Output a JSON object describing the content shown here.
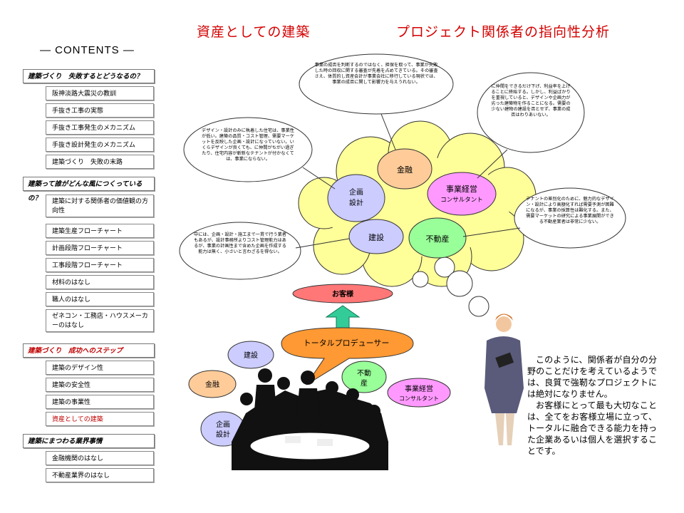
{
  "titles": {
    "left": "資産としての建築",
    "right": "プロジェクト関係者の指向性分析"
  },
  "sidebar": {
    "heading": "— CONTENTS —",
    "sections": [
      {
        "label": "建築づくり　失敗するとどうなるの？",
        "items": [
          "阪神淡路大震災の教訓",
          "手抜き工事の実態",
          "手抜き工事発生のメカニズム",
          "手抜き設計発生のメカニズム",
          "建築づくり　失敗の末路"
        ]
      },
      {
        "label": "建築って誰がどんな風につくっているの？",
        "items": [
          "建築に対する関係者の価値観の方向性",
          "建築生産フローチャート",
          "計画段階フローチャート",
          "工事段階フローチャート",
          "材料のはなし",
          "職人のはなし",
          "ゼネコン・工務店・ハウスメーカーのはなし"
        ]
      },
      {
        "label": "建築づくり　成功へのステップ",
        "items": [
          "建築のデザイン性",
          "建築の安全性",
          "建築の事業性",
          "資産としての建築"
        ]
      },
      {
        "label": "建築にまつわる業界事情",
        "items": [
          "金融機関のはなし",
          "不動産業界のはなし"
        ]
      }
    ]
  },
  "cloud_labels": {
    "kinyu": "金融",
    "kikaku1": "企画",
    "kikaku2": "設計",
    "jigyo1": "事業経営",
    "jigyo2": "コンサルタント",
    "kensetsu": "建設",
    "fudosan": "不動産"
  },
  "speech_bubbles": {
    "top": "事業の成否を判断するのではなく、担保を取って、事業が失敗した時の回収に関する審査が先着を占めてきている。その審査さえ、体質的し資産会計が事業会社に移行している現状では、事業の成否に関して影響力を与えうれない。",
    "left": "デザイン・設計のみに執着した住宅は、事業性が低い。建築の品質・コスト管理、需要マーケットを反映した企画・設計になっていない。いくらデザインが良くても、に仲間がちがい過ぎたり、住宅内容が斬新なテナントが付かなくては、事業にならない。",
    "right": "に仲間をできるだけ下げ、利益率を上げることに終始する。しかし、利益ばかりを重視していると、デザインや企画力が劣った建築物を作ることになる。需要の少ない建物の建設を否とせず、事業の成否はわりあいない。",
    "bottom_left": "中には、企画・設計・施工まで一貫で行う業者もあるが、設計事務所よりコスト管理能力はあるが、事業の計画性まで含めた企画を作成する能力は無く、小さいと言わざるを得ない。",
    "bottom_right": "テナントの差別化のために、魅力的なデザイン・設計により高額化すれば需要予測が困難になるが、事業の採算性は難化する。また、需要マーケットの研究による事業展開ができる不動産業者は非常に少ない。"
  },
  "customer_label": "お客様",
  "producer_label": "トータルプロデューサー",
  "ovals": {
    "kensetsu": "建設",
    "kinyu": "金融",
    "kikaku1": "企画",
    "kikaku2": "設計",
    "fudosan1": "不動",
    "fudosan2": "産",
    "jigyo1": "事業経営",
    "jigyo2": "コンサルタント"
  },
  "conclusion": {
    "p1": "このように、関係者が自分の分野のことだけを考えているようでは、良質で強靭なプロジェクトには絶対になりません。",
    "p2": "お客様にとって最も大切なことは、全てをお客様立場に立って、トータルに融合できる能力を持った企業あるいは個人を選択することです。"
  },
  "colors": {
    "title_red": "#d40000",
    "cloud": "#ffff99",
    "lavender": "#ccccff",
    "pink": "#ff99ff",
    "peach": "#ffcc99",
    "orange": "#ff9933",
    "green_oval": "#99ff99",
    "customer": "#ff7777",
    "arrow": "#33cc99"
  }
}
